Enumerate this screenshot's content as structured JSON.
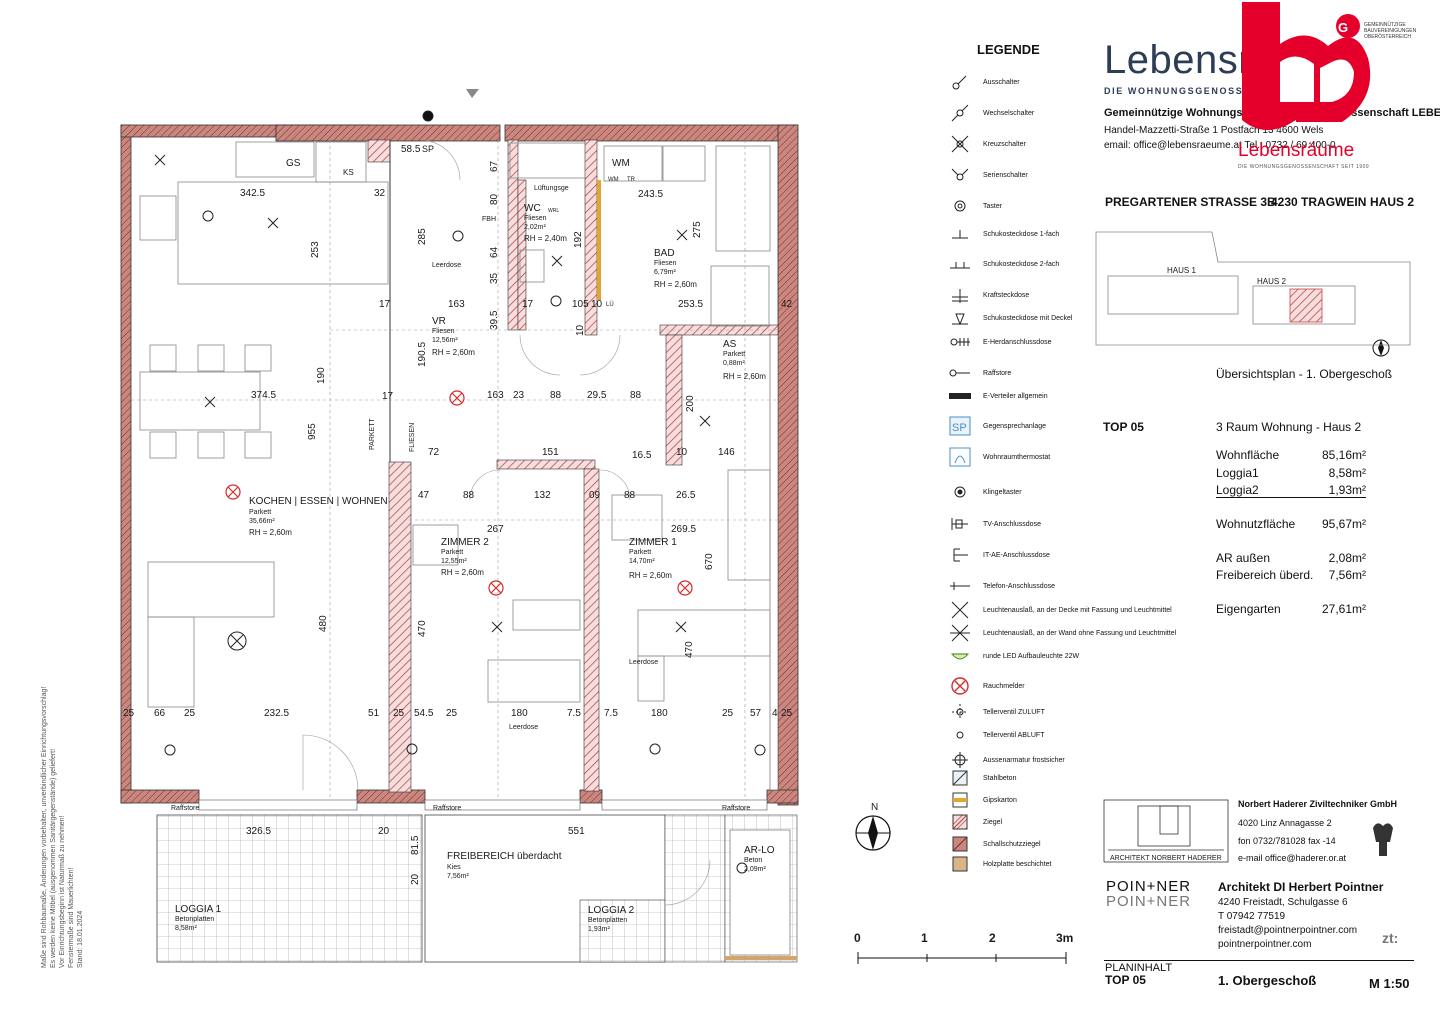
{
  "legend": {
    "title": "LEGENDE",
    "items": [
      {
        "icon": "ausschalter-icon",
        "label": "Ausschalter"
      },
      {
        "icon": "wechselschalter-icon",
        "label": "Wechselschalter"
      },
      {
        "icon": "kreuzschalter-icon",
        "label": "Kreuzschalter"
      },
      {
        "icon": "serienschalter-icon",
        "label": "Serienschalter"
      },
      {
        "icon": "taster-icon",
        "label": "Taster"
      },
      {
        "icon": "steckdose-1fach-icon",
        "label": "Schukosteckdose 1-fach"
      },
      {
        "icon": "steckdose-2fach-icon",
        "label": "Schukosteckdose 2-fach"
      },
      {
        "icon": "kraftsteckdose-icon",
        "label": "Kraftsteckdose"
      },
      {
        "icon": "steckdose-deckel-icon",
        "label": "Schukosteckdose mit Deckel"
      },
      {
        "icon": "herdanschluss-icon",
        "label": "E-Herdanschlussdose"
      },
      {
        "icon": "raffstore-icon",
        "label": "Raffstore"
      },
      {
        "icon": "verteiler-icon",
        "label": "E-Verteiler allgemein"
      },
      {
        "icon": "gegensprech-icon",
        "label": "Gegensprechanlage"
      },
      {
        "icon": "thermostat-icon",
        "label": "Wohnraumthermostat"
      },
      {
        "icon": "klingeltaster-icon",
        "label": "Klingeltaster"
      },
      {
        "icon": "tv-dose-icon",
        "label": "TV-Anschlussdose"
      },
      {
        "icon": "it-dose-icon",
        "label": "IT-AE-Anschlussdose"
      },
      {
        "icon": "telefon-dose-icon",
        "label": "Telefon-Anschlussdose"
      },
      {
        "icon": "deckenauslass-icon",
        "label": "Leuchtenauslaß, an der Decke mit Fassung und Leuchtmittel"
      },
      {
        "icon": "wandauslass-icon",
        "label": "Leuchtenauslaß, an der Wand ohne Fassung und Leuchtmittel"
      },
      {
        "icon": "led-leuchte-icon",
        "label": "runde LED Aufbauleuchte 22W"
      },
      {
        "icon": "rauchmelder-icon",
        "label": "Rauchmelder"
      },
      {
        "icon": "zuluft-icon",
        "label": "Tellerventil ZULUFT"
      },
      {
        "icon": "abluft-icon",
        "label": "Tellerventil ABLUFT"
      },
      {
        "icon": "aussenarmatur-icon",
        "label": "Aussenarmatur frostsicher"
      },
      {
        "icon": "stahlbeton-icon",
        "label": "Stahlbeton"
      },
      {
        "icon": "gipskarton-icon",
        "label": "Gipskarton"
      },
      {
        "icon": "ziegel-icon",
        "label": "Ziegel"
      },
      {
        "icon": "schallschutz-icon",
        "label": "Schallschutzziegel"
      },
      {
        "icon": "holzplatte-icon",
        "label": "Holzplatte beschichtet"
      }
    ]
  },
  "header": {
    "logo_text": "Lebensräume",
    "logo_sub": "DIE WOHNUNGSGENOSSENSCHAFT",
    "org_name": "Gemeinnützige Wohnungs- und Siedlungsgenossenschaft LEBENSRÄUME",
    "address": "Handel-Mazzetti-Straße 1  Postfach 13  4600 Wels",
    "contact": "email: office@lebensraeume.at  Tel.: 0732 / 69 400-0",
    "gbv_text": "GEMEINNÜTZIGE BAUVEREINIGUNGEN OBERÖSTERREICH",
    "logo2_text": "Lebensräume",
    "logo2_sub": "DIE WOHNUNGSGENOSSENSCHAFT SEIT 1909"
  },
  "project": {
    "street": "PREGARTENER STRASSE 3B",
    "town": "4230 TRAGWEIN",
    "house": "HAUS 2",
    "site_label_1": "HAUS 1",
    "site_label_2": "HAUS 2",
    "overview": "Übersichtsplan - 1. Obergeschoß"
  },
  "unit": {
    "top": "TOP 05",
    "type": "3 Raum Wohnung - Haus 2",
    "areas": [
      {
        "label": "Wohnfläche",
        "value": "85,16m²"
      },
      {
        "label": "Loggia1",
        "value": "8,58m²"
      },
      {
        "label": "Loggia2",
        "value": "1,93m²"
      },
      {
        "label": "Wohnutzfläche",
        "value": "95,67m²"
      },
      {
        "label": "AR außen",
        "value": "2,08m²"
      },
      {
        "label": "Freibereich überd.",
        "value": "7,56m²"
      },
      {
        "label": "Eigengarten",
        "value": "27,61m²"
      }
    ]
  },
  "engineer": {
    "firm": "Norbert Haderer Ziviltechniker GmbH",
    "address": "4020 Linz  Annagasse 2",
    "phone": "fon 0732/781028 fax -14",
    "email": "e-mail office@haderer.or.at",
    "box_label": "ARCHITEKT NORBERT HADERER"
  },
  "architect": {
    "logo_line1": "POIN+NER",
    "logo_line2": "POIN+NER",
    "name": "Architekt DI Herbert Pointner",
    "address": "4240 Freistadt, Schulgasse 6",
    "phone": "T 07942 77519",
    "email": "freistadt@pointnerpointner.com",
    "web": "pointnerpointner.com",
    "zt": "zt:"
  },
  "scale_bar": {
    "ticks": [
      "0",
      "1",
      "2",
      "3m"
    ]
  },
  "plan_info": {
    "label": "PLANINHALT",
    "top": "TOP 05",
    "floor": "1. Obergeschoß",
    "scale": "M 1:50"
  },
  "disclaimer": [
    "Maße sind Rohbaumaße, Änderungen vorbehalten, unverbindlicher Einrichtungsvorschlag!",
    "Es werden keine Möbel (ausgenommen Sanitärgegenstände) geliefert!",
    "Vor Einrichtungsbeginn ist Naturmaß zu nehmen!",
    "Fenstermaße sind Mauerlichten!",
    "Stand: 18.01.2024"
  ],
  "rooms": [
    {
      "name": "KOCHEN | ESSEN | WOHNEN",
      "floor": "Parkett",
      "area": "35,66m²",
      "height": "RH = 2,60m"
    },
    {
      "name": "VR",
      "floor": "Fliesen",
      "area": "12,56m²",
      "height": "RH = 2,60m"
    },
    {
      "name": "WC",
      "floor": "Fliesen",
      "area": "2,02m²",
      "height": "RH = 2,40m"
    },
    {
      "name": "BAD",
      "floor": "Fliesen",
      "area": "6,79m²",
      "height": "RH = 2,60m"
    },
    {
      "name": "AS",
      "floor": "Parkett",
      "area": "0,88m²",
      "height": "RH = 2,60m"
    },
    {
      "name": "ZIMMER 2",
      "floor": "Parkett",
      "area": "12,55m²",
      "height": "RH = 2,60m"
    },
    {
      "name": "ZIMMER 1",
      "floor": "Parkett",
      "area": "14,70m²",
      "height": "RH = 2,60m"
    },
    {
      "name": "LOGGIA 1",
      "floor": "Betonplatten",
      "area": "8,58m²"
    },
    {
      "name": "FREIBEREICH überdacht",
      "floor": "Kies",
      "area": "7,56m²"
    },
    {
      "name": "LOGGIA 2",
      "floor": "Betonplatten",
      "area": "1,93m²"
    },
    {
      "name": "AR-LO",
      "floor": "Beton",
      "area": "2,09m²"
    }
  ],
  "plan_labels": {
    "gs": "GS",
    "ks": "KS",
    "wm": "WM",
    "wm_small": "WM",
    "tr": "TR",
    "sp": "SP",
    "fbh": "FBH",
    "lueftung": "Lüftungsge",
    "leerdose": "Leerdose",
    "parkett": "PARKETT",
    "fliesen": "FLIESEN",
    "raffstore": "Raffstore",
    "wrl": "WRL",
    "lu": "LÜ"
  },
  "dims": [
    "342.5",
    "253",
    "32",
    "58.5",
    "67",
    "80",
    "285",
    "192",
    "243.5",
    "275",
    "163",
    "105",
    "10",
    "253.5",
    "42",
    "190.5",
    "39.5",
    "64",
    "35",
    "17",
    "374.5",
    "955",
    "190",
    "163",
    "23",
    "88",
    "29.5",
    "88",
    "200",
    "146",
    "151",
    "16.5",
    "10",
    "72",
    "47",
    "88",
    "132",
    "09",
    "88",
    "26.5",
    "267",
    "269.5",
    "670",
    "470",
    "470",
    "480",
    "25",
    "66",
    "25",
    "232.5",
    "51",
    "25",
    "54.5",
    "25",
    "180",
    "7.5",
    "7.5",
    "180",
    "25",
    "57",
    "4",
    "25",
    "326.5",
    "20",
    "551",
    "81.5",
    "20",
    "17",
    "17",
    "10"
  ]
}
